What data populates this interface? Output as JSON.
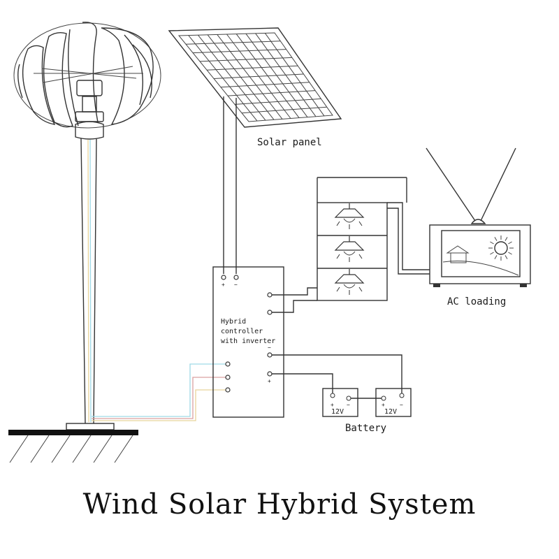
{
  "title": "Wind Solar Hybrid System",
  "labels": {
    "solar_panel": "Solar panel",
    "ac_loading": "AC loading",
    "battery": "Battery",
    "controller_line1": "Hybrid",
    "controller_line2": "controller",
    "controller_line3": "with inverter"
  },
  "battery_voltages": [
    "12V",
    "12V"
  ],
  "polarity": {
    "plus": "+",
    "minus": "−"
  },
  "wire_colors": {
    "wind_phase_1": "#9fd9e6",
    "wind_phase_2": "#d9a0a0",
    "wind_phase_3": "#e8d49a"
  }
}
